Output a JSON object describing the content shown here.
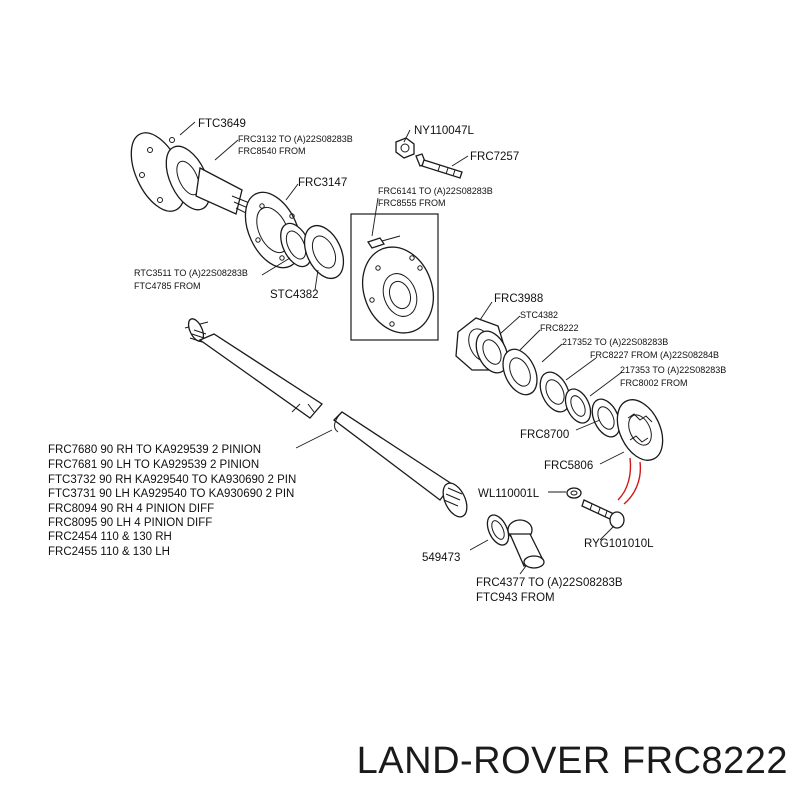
{
  "labels": {
    "ftc3649": "FTC3649",
    "frc3132": "FRC3132 TO (A)22S08283B",
    "frc8540": "FRC8540 FROM",
    "ny110047l": "NY110047L",
    "frc7257": "FRC7257",
    "frc3147": "FRC3147",
    "frc6141": "FRC6141 TO (A)22S08283B",
    "frc8555": "FRC8555 FROM",
    "rtc3511": "RTC3511 TO (A)22S08283B",
    "ftc4785": "FTC4785 FROM",
    "stc4382_a": "STC4382",
    "frc3988": "FRC3988",
    "stc4382_b": "STC4382",
    "frc8222": "FRC8222",
    "n217352": "217352 TO (A)22S08283B",
    "frc8227": "FRC8227 FROM (A)22S08284B",
    "n217353": "217353 TO (A)22S08283B",
    "frc8002": "FRC8002 FROM",
    "frc8700": "FRC8700",
    "frc5806": "FRC5806",
    "wl110001l": "WL110001L",
    "ryg101010l": "RYG101010L",
    "n549473": "549473",
    "frc4377": "FRC4377 TO (A)22S08283B",
    "ftc943": "FTC943 FROM"
  },
  "shaft_list": [
    "FRC7680 90 RH TO KA929539 2 PINION",
    "FRC7681 90 LH TO KA929539 2 PINION",
    "FTC3732 90 RH KA929540 TO KA930690 2 PIN",
    "FTC3731 90 LH KA929540 TO KA930690 2 PIN",
    "FRC8094 90 RH 4 PINION DIFF",
    "FRC8095 90 LH 4 PINION DIFF",
    "FRC2454 110 & 130 RH",
    "FRC2455 110 & 130 LH"
  ],
  "footer": {
    "title": "LAND-ROVER FRC8222"
  },
  "colors": {
    "line": "#1a1a1a",
    "highlight": "#d01818"
  }
}
